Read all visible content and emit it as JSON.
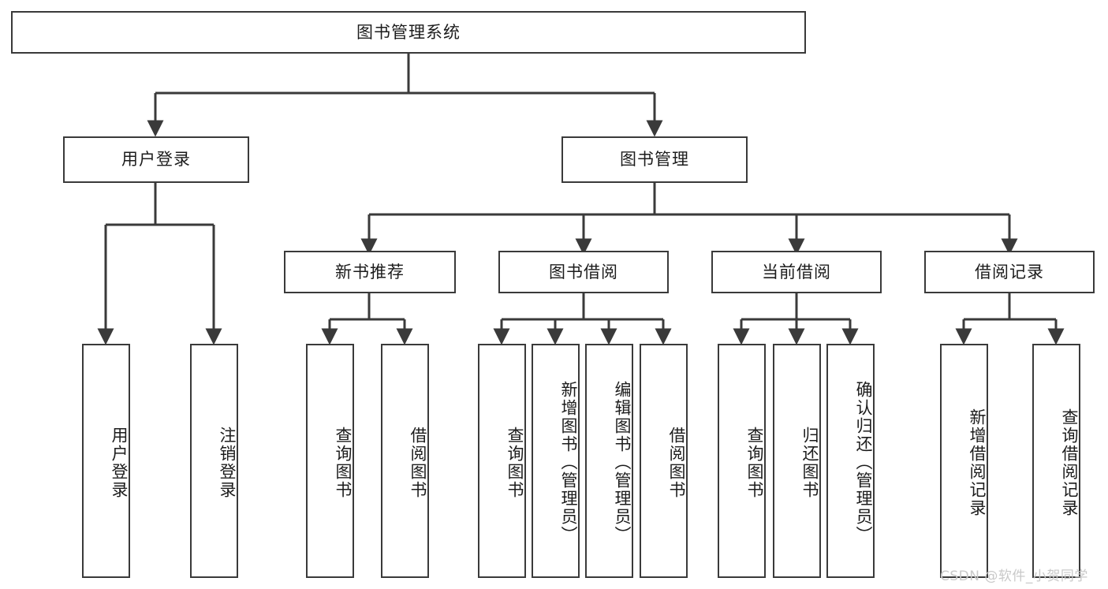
{
  "diagram": {
    "title": "图书管理系统",
    "watermark": "CSDN @软件_小贺同学",
    "colors": {
      "border": "#3a3a3a",
      "background": "#ffffff",
      "text": "#1c1c1c",
      "watermark": "#c9c9c9"
    },
    "root": {
      "id": "root",
      "label": "图书管理系统",
      "orientation": "horizontal"
    },
    "level2": [
      {
        "id": "user-login",
        "label": "用户登录",
        "orientation": "horizontal"
      },
      {
        "id": "book-manage",
        "label": "图书管理",
        "orientation": "horizontal"
      }
    ],
    "level3": [
      {
        "id": "new-book-recommend",
        "label": "新书推荐",
        "orientation": "horizontal",
        "parent": "book-manage"
      },
      {
        "id": "book-borrow",
        "label": "图书借阅",
        "orientation": "horizontal",
        "parent": "book-manage"
      },
      {
        "id": "current-borrow",
        "label": "当前借阅",
        "orientation": "horizontal",
        "parent": "book-manage"
      },
      {
        "id": "borrow-record",
        "label": "借阅记录",
        "orientation": "horizontal",
        "parent": "book-manage"
      }
    ],
    "leaves": [
      {
        "id": "leaf-user-login",
        "label": "用户登录",
        "parent": "user-login"
      },
      {
        "id": "leaf-user-logout",
        "label": "注销登录",
        "parent": "user-login"
      },
      {
        "id": "leaf-query-book-1",
        "label": "查询图书",
        "parent": "new-book-recommend"
      },
      {
        "id": "leaf-borrow-book-1",
        "label": "借阅图书",
        "parent": "new-book-recommend"
      },
      {
        "id": "leaf-query-book-2",
        "label": "查询图书",
        "parent": "book-borrow"
      },
      {
        "id": "leaf-add-book",
        "label": "新增图书（管理员）",
        "parent": "book-borrow"
      },
      {
        "id": "leaf-edit-book",
        "label": "编辑图书（管理员）",
        "parent": "book-borrow"
      },
      {
        "id": "leaf-borrow-book-2",
        "label": "借阅图书",
        "parent": "book-borrow"
      },
      {
        "id": "leaf-query-book-3",
        "label": "查询图书",
        "parent": "current-borrow"
      },
      {
        "id": "leaf-return-book",
        "label": "归还图书",
        "parent": "current-borrow"
      },
      {
        "id": "leaf-confirm-return",
        "label": "确认归还（管理员）",
        "parent": "current-borrow"
      },
      {
        "id": "leaf-add-record",
        "label": "新增借阅记录",
        "parent": "borrow-record"
      },
      {
        "id": "leaf-query-record",
        "label": "查询借阅记录",
        "parent": "borrow-record"
      }
    ]
  }
}
